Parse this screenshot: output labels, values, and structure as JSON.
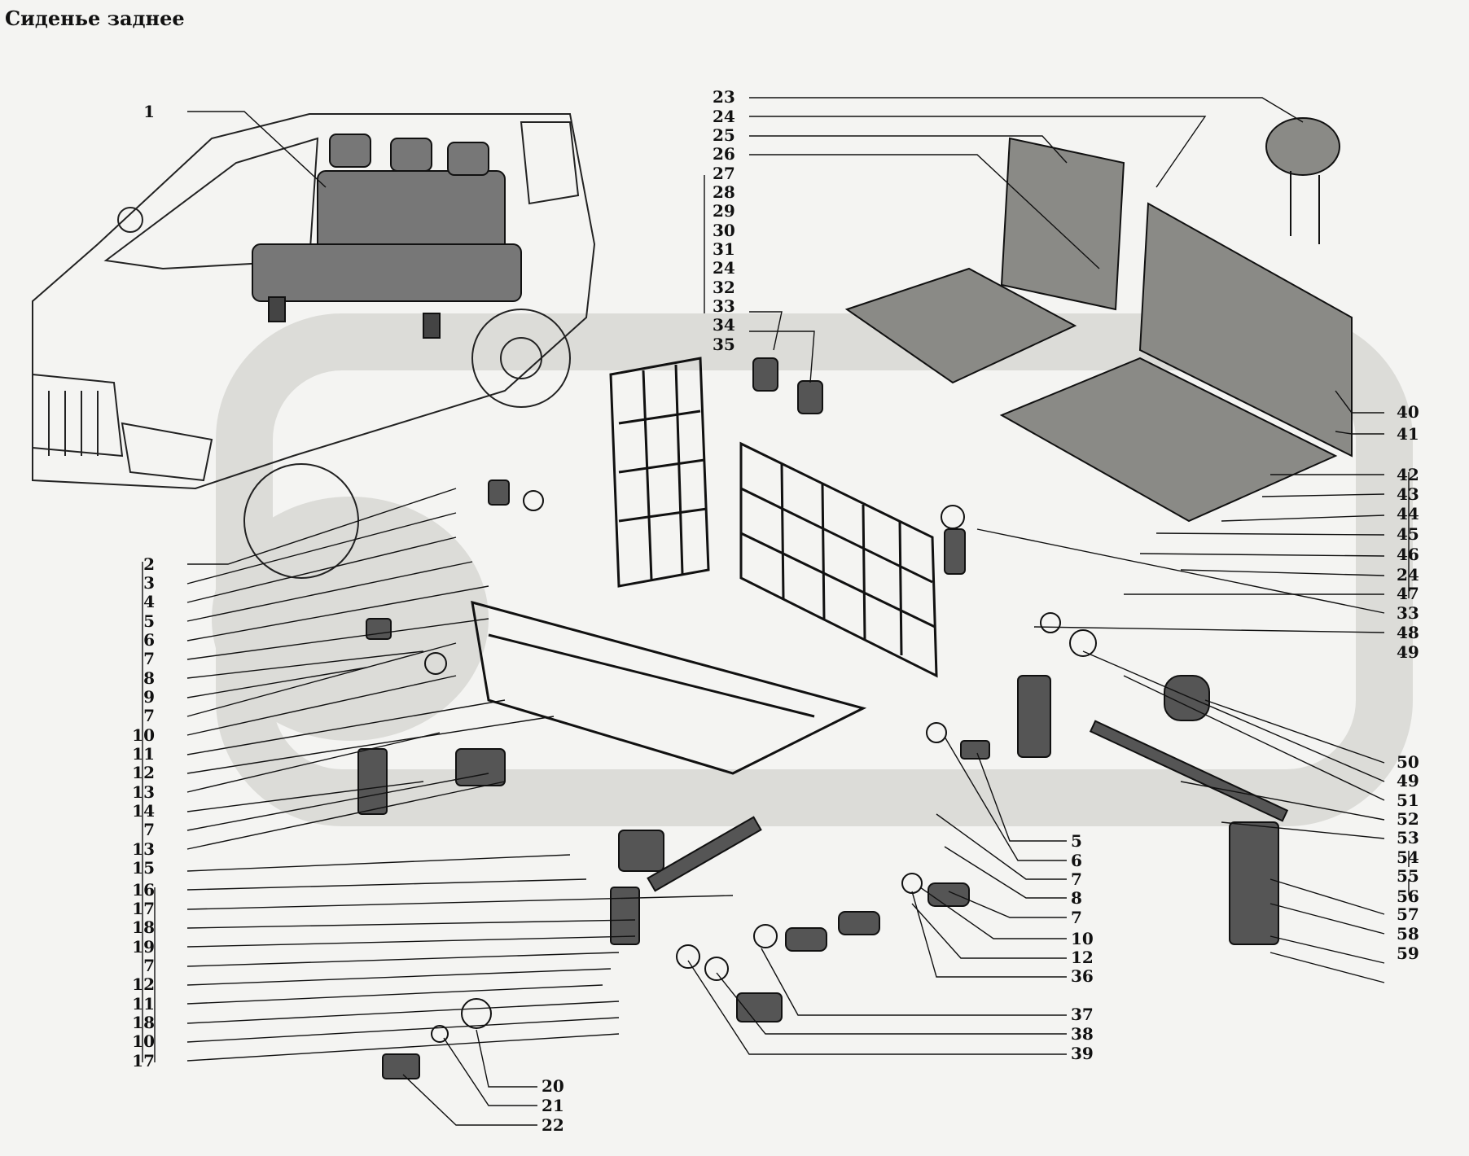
{
  "title": "Сиденье заднее",
  "callouts_left": [
    "1",
    "2",
    "3",
    "4",
    "5",
    "6",
    "7",
    "8",
    "9",
    "7",
    "10",
    "11",
    "12",
    "13",
    "14",
    "7",
    "13",
    "15",
    "16",
    "17",
    "18",
    "19",
    "7",
    "12",
    "11",
    "18",
    "10",
    "17"
  ],
  "callouts_right": [
    "23",
    "24",
    "25",
    "26",
    "27",
    "28",
    "29",
    "30",
    "31",
    "24",
    "32",
    "33",
    "34",
    "35",
    "40",
    "41",
    "42",
    "43",
    "44",
    "45",
    "46",
    "24",
    "47",
    "33",
    "48",
    "49",
    "50",
    "49",
    "51",
    "52",
    "53",
    "54",
    "55",
    "56",
    "57",
    "58",
    "59",
    "5",
    "6",
    "7",
    "8",
    "7",
    "10",
    "12",
    "36",
    "37",
    "38",
    "39",
    "20",
    "21",
    "22"
  ]
}
